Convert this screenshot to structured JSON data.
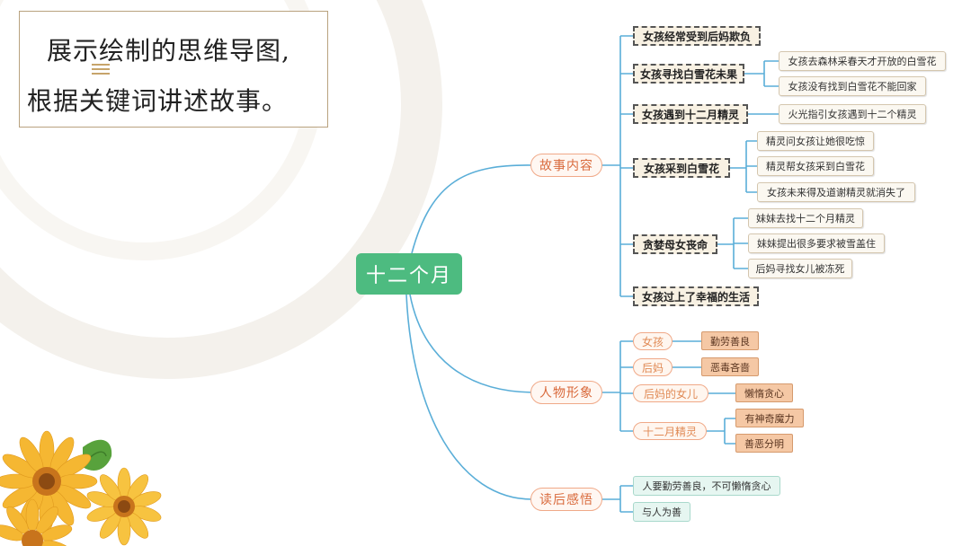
{
  "slide": {
    "title_line1": "展示绘制的思维导图,",
    "title_line2": "根据关键词讲述故事。"
  },
  "mindmap": {
    "root": "十二个月",
    "story": {
      "label": "故事内容",
      "e1": "女孩经常受到后妈欺负",
      "e2": "女孩寻找白雪花未果",
      "e2_1": "女孩去森林采春天才开放的白雪花",
      "e2_2": "女孩没有找到白雪花不能回家",
      "e3": "女孩遇到十二月精灵",
      "e3_1": "火光指引女孩遇到十二个精灵",
      "e4": "女孩采到白雪花",
      "e4_1": "精灵问女孩让她很吃惊",
      "e4_2": "精灵帮女孩采到白雪花",
      "e4_3": "女孩未来得及道谢精灵就消失了",
      "e5": "贪婪母女丧命",
      "e5_1": "妹妹去找十二个月精灵",
      "e5_2": "妹妹提出很多要求被雪盖住",
      "e5_3": "后妈寻找女儿被冻死",
      "e6": "女孩过上了幸福的生活"
    },
    "characters": {
      "label": "人物形象",
      "c1": "女孩",
      "c1_t1": "勤劳善良",
      "c2": "后妈",
      "c2_t1": "恶毒吝啬",
      "c3": "后妈的女儿",
      "c3_t1": "懒惰贪心",
      "c4": "十二月精灵",
      "c4_t1": "有神奇魔力",
      "c4_t2": "善恶分明"
    },
    "reflection": {
      "label": "读后感悟",
      "r1": "人要勤劳善良，不可懒惰贪心",
      "r2": "与人为善"
    }
  },
  "colors": {
    "root": "#4dbb80",
    "connector": "#5aaed8",
    "branch_border": "#f0a988",
    "trait_fill": "#f5c8a5",
    "title_border": "#b9a27f"
  },
  "icons": [
    "menu-icon",
    "sunflower-decoration"
  ]
}
